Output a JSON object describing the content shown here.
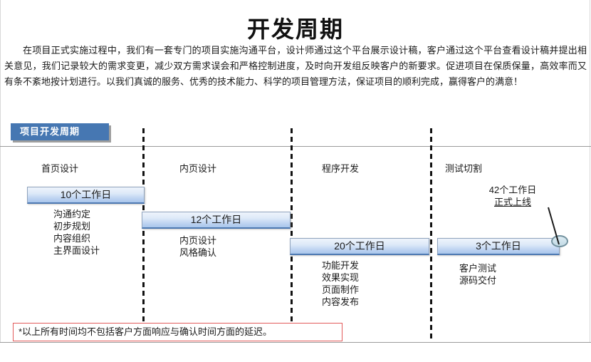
{
  "page": {
    "title": "开发周期",
    "intro": "在项目正式实施过程中，我们有一套专门的项目实施沟通平台，设计师通过这个平台展示设计稿，客户通过这个平台查看设计稿并提出相关意见，我们记录较大的需求变更，减少双方需求误会和严格控制进度，及时向开发组反映客户的新要求。促进项目在保质保量，高效率而又有条不紊地按计划进行。以我们真诚的服务、优秀的技术能力、科学的项目管理方法，保证项目的顺利完成，赢得客户的满意！"
  },
  "section": {
    "label": "项目开发周期"
  },
  "phases": [
    {
      "name": "首页设计",
      "duration": "10个工作日",
      "tasks": [
        "沟通约定",
        "初步规划",
        "内容组织",
        "主界面设计"
      ]
    },
    {
      "name": "内页设计",
      "duration": "12个工作日",
      "tasks": [
        "内页设计",
        "风格确认"
      ]
    },
    {
      "name": "程序开发",
      "duration": "20个工作日",
      "tasks": [
        "功能开发",
        "效果实现",
        "页面制作",
        "内容发布"
      ]
    },
    {
      "name": "测试切割",
      "duration": "3个工作日",
      "tasks": [
        "客户测试",
        "源码交付"
      ]
    }
  ],
  "annotation": {
    "total": "42个工作日",
    "launch": "正式上线"
  },
  "footnote": "*以上所有时间均不包括客户方面响应与确认时间方面的延迟。",
  "colors": {
    "section_header": "#4677B2",
    "bar_fill_top": "#EEF4FC",
    "bar_fill_bottom": "#A9C6EC",
    "bar_bottom_edge": "#4D79B2",
    "divider": "#9B9B9B",
    "footnote_border": "#E25A5A",
    "milestone_fill": "#C3DBE6",
    "milestone_border": "#73929F"
  }
}
